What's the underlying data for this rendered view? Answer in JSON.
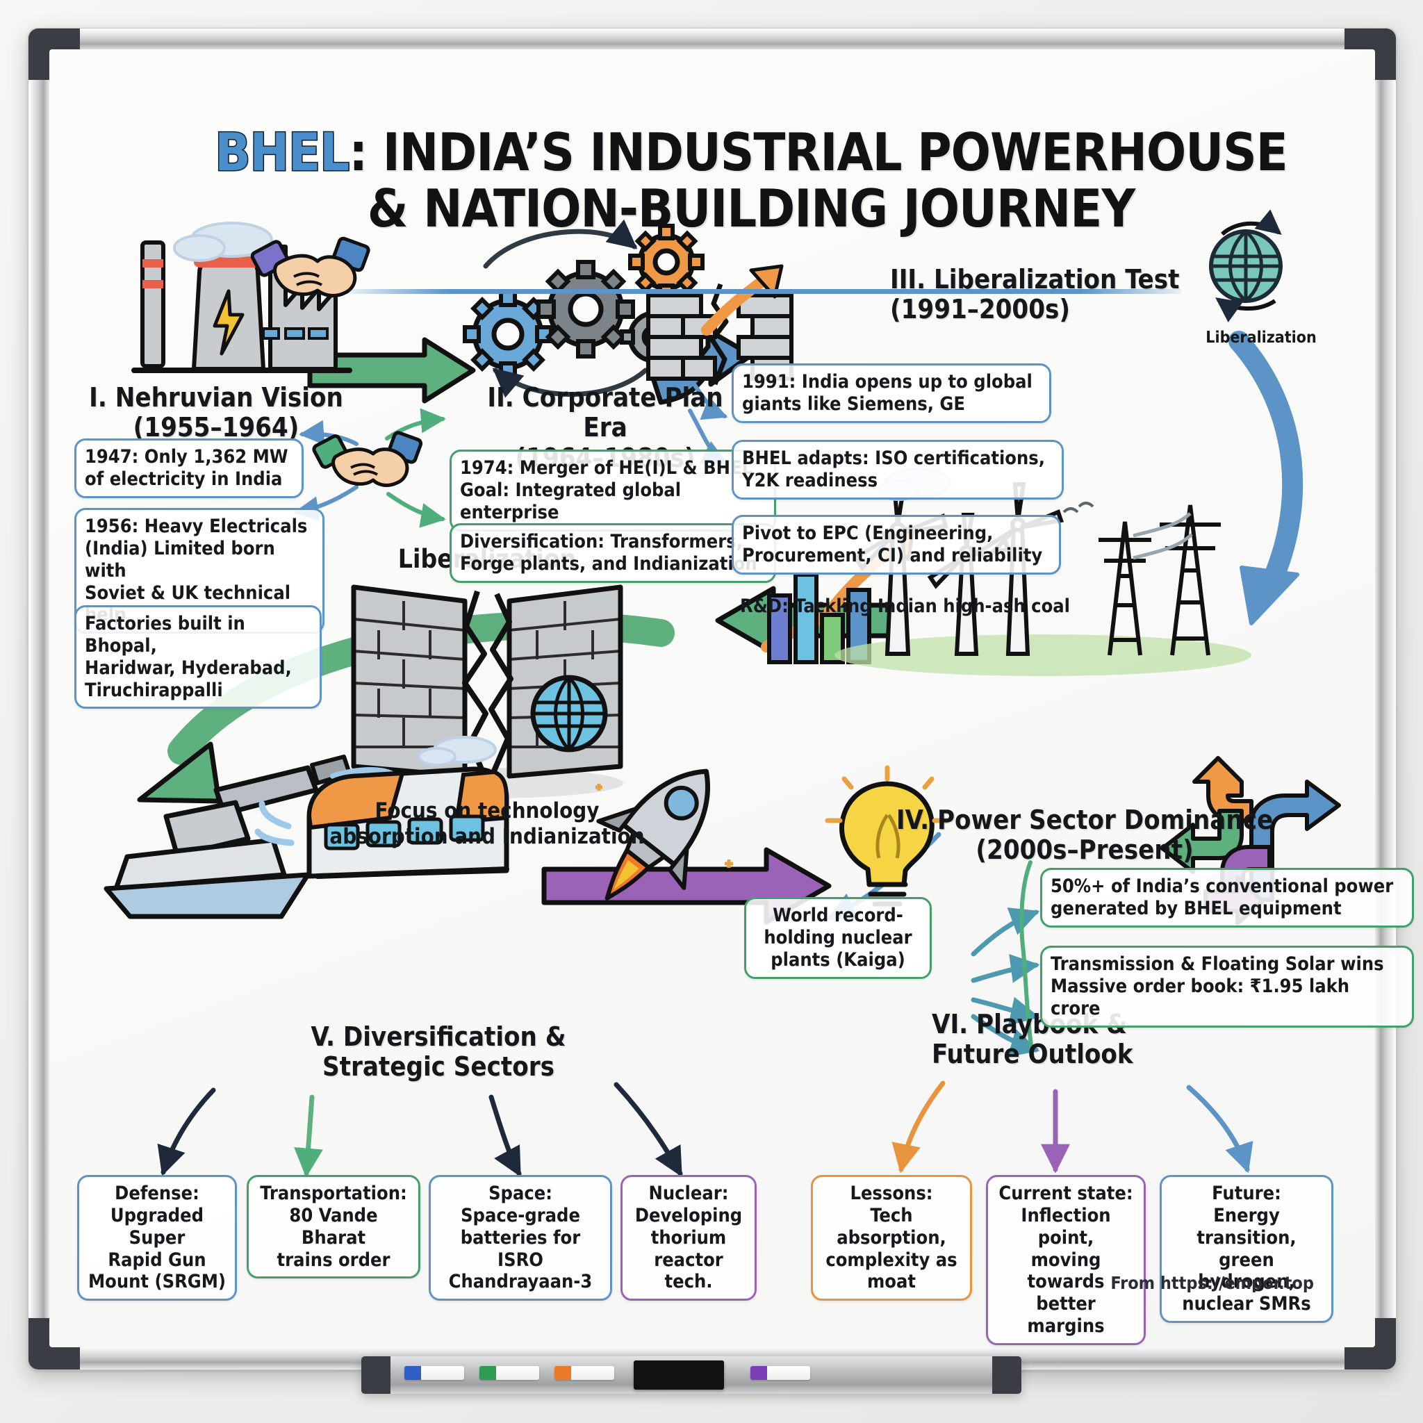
{
  "title": {
    "brand": "BHEL",
    "line1_rest": ": INDIA’S INDUSTRIAL POWERHOUSE",
    "line2": "& NATION-BUILDING JOURNEY"
  },
  "sections": {
    "s1": {
      "heading": "I. Nehruvian Vision",
      "period": "(1955–1964)"
    },
    "s2": {
      "heading": "II. Corporate Plan Era",
      "period": "(1964–1980s)"
    },
    "s3": {
      "heading": "III. Liberalization Test",
      "period": "(1991–2000s)"
    },
    "s4": {
      "heading": "IV. Power Sector Dominance",
      "period": "(2000s–Present)"
    },
    "s5": {
      "heading": "V. Diversification &",
      "heading2": "Strategic Sectors"
    },
    "s6": {
      "heading": "VI. Playbook &",
      "heading2": "Future Outlook"
    }
  },
  "notes": {
    "n1": "1947: Only 1,362 MW\nof electricity in India",
    "n2": "1956: Heavy Electricals\n(India) Limited born with\nSoviet & UK technical help",
    "n3": "Factories built in Bhopal,\nHaridwar, Hyderabad,\nTiruchirappalli",
    "n4": "1974: Merger of HE(I)L & BHEL\nGoal: Integrated global enterprise",
    "n5": "Diversification: Transformers,\nForge plants, and Indianization",
    "n6": "1991: India opens up to global\ngiants like Siemens, GE",
    "n7": "BHEL adapts: ISO certifications,\nY2K readiness",
    "n8": "Pivot to EPC (Engineering,\nProcurement, CI) and reliability",
    "n9": "R&D: Tackling Indian high-ash coal",
    "n10": "World record-\nholding nuclear\nplants (Kaiga)",
    "n11": "50%+ of India’s conventional power\ngenerated by BHEL equipment",
    "n12": "Transmission & Floating Solar wins\nMassive order book: ₹1.95 lakh crore"
  },
  "captions": {
    "liberalization_label": "Liberalization",
    "wall_caption": "Focus on technology\nabsorption and Indianization",
    "globe_badge": "Liberalization"
  },
  "bottom_cards": [
    {
      "title": "Defense:",
      "body": "Upgraded Super\nRapid Gun\nMount (SRGM)",
      "color": "blue"
    },
    {
      "title": "Transportation:",
      "body": "80 Vande Bharat\ntrains order",
      "color": "green"
    },
    {
      "title": "Space:",
      "body": "Space-grade\nbatteries for ISRO\nChandrayaan-3",
      "color": "blue"
    },
    {
      "title": "Nuclear:",
      "body": "Developing\nthorium\nreactor tech.",
      "color": "purple"
    },
    {
      "title": "Lessons:",
      "body": "Tech absorption,\ncomplexity as\nmoat",
      "color": "orange"
    },
    {
      "title": "Current state:",
      "body": "Inflection point,\nmoving\ntowards better\nmargins",
      "color": "purple"
    },
    {
      "title": "Future:",
      "body": "Energy transition,\ngreen hydrogen,\nnuclear SMRs",
      "color": "blue"
    }
  ],
  "credit": "From https://empor.top",
  "colors": {
    "blue": "#5d94c8",
    "green": "#43a06b",
    "orange": "#e8943f",
    "purple": "#9a63b8",
    "title_brand": "#4a8fcc",
    "ink": "#15181b"
  },
  "markers": [
    "#2f5fc4",
    "#2f9b52",
    "#ea7a2a",
    "#7d3fb5"
  ]
}
